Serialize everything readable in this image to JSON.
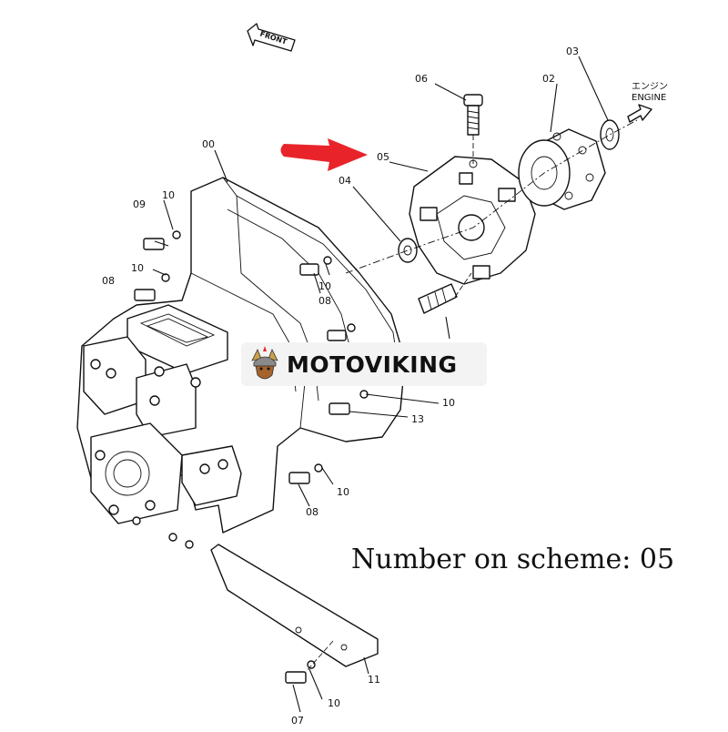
{
  "diagram": {
    "front_label": "FRONT",
    "engine_label_jp": "エンジン",
    "engine_label": "ENGINE",
    "caption": "Number on scheme: 05",
    "watermark": "MOTOVIKING",
    "arrow_color": "#e8242a",
    "callouts": [
      {
        "id": "00",
        "text": "00"
      },
      {
        "id": "02",
        "text": "02"
      },
      {
        "id": "03",
        "text": "03"
      },
      {
        "id": "04",
        "text": "04"
      },
      {
        "id": "05",
        "text": "05"
      },
      {
        "id": "06",
        "text": "06"
      },
      {
        "id": "07",
        "text": "07"
      },
      {
        "id": "08a",
        "text": "08"
      },
      {
        "id": "08b",
        "text": "08"
      },
      {
        "id": "08c",
        "text": "08"
      },
      {
        "id": "09",
        "text": "09"
      },
      {
        "id": "10a",
        "text": "10"
      },
      {
        "id": "10b",
        "text": "10"
      },
      {
        "id": "10c",
        "text": "10"
      },
      {
        "id": "10d",
        "text": "10"
      },
      {
        "id": "10e",
        "text": "10"
      },
      {
        "id": "10f",
        "text": "10"
      },
      {
        "id": "11",
        "text": "11"
      },
      {
        "id": "13",
        "text": "13"
      }
    ]
  }
}
